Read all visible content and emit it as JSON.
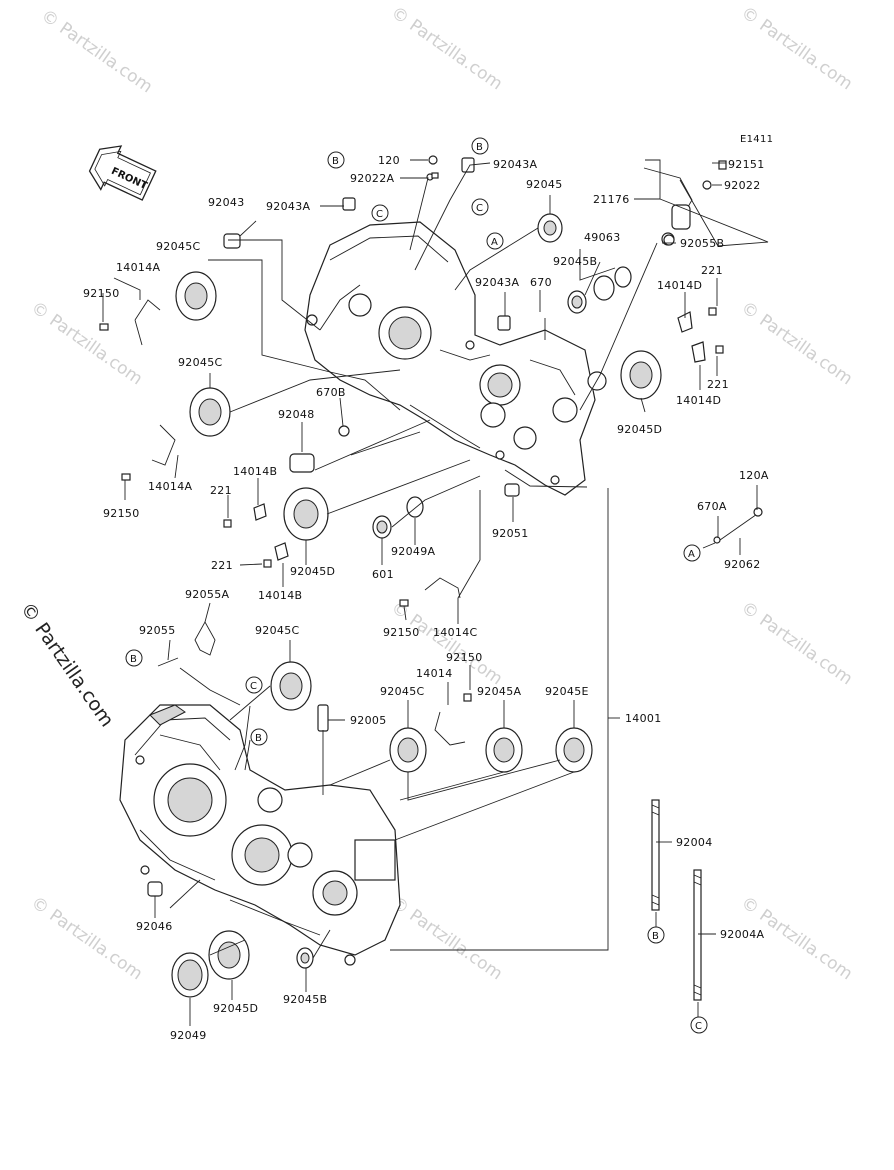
{
  "diagram": {
    "code": "E1411",
    "front_arrow": "FRONT",
    "watermark": "© Partzilla.com",
    "side_watermark": "© Partzilla.com",
    "labels": {
      "p120": "120",
      "p92043A_top": "92043A",
      "p92022A": "92022A",
      "p92043A_mid": "92043A",
      "p92043": "92043",
      "p92045_top": "92045",
      "p92151": "92151",
      "p92022": "92022",
      "p21176": "21176",
      "p92055B": "92055B",
      "p49063": "49063",
      "p92045B_top": "92045B",
      "p92045C_1": "92045C",
      "p14014A_1": "14014A",
      "p92150_1": "92150",
      "p92043A_r": "92043A",
      "p670": "670",
      "p221_1": "221",
      "p14014D_1": "14014D",
      "p221_2": "221",
      "p14014D_2": "14014D",
      "p92045C_2": "92045C",
      "p670B": "670B",
      "p92048": "92048",
      "p92045D_r": "92045D",
      "p14014A_2": "14014A",
      "p92150_2": "92150",
      "p14014B_1": "14014B",
      "p221_3": "221",
      "p92051": "92051",
      "p120A": "120A",
      "p670A": "670A",
      "p92062": "92062",
      "p92049A": "92049A",
      "p601": "601",
      "p221_4": "221",
      "p92045D_m": "92045D",
      "p14014B_2": "14014B",
      "p92055A": "92055A",
      "p92150_3": "92150",
      "p14014C": "14014C",
      "p92055": "92055",
      "p92045C_3": "92045C",
      "p14014": "14014",
      "p92150_4": "92150",
      "p92045C_4": "92045C",
      "p92045A": "92045A",
      "p92045E": "92045E",
      "p92005": "92005",
      "p14001": "14001",
      "p92004": "92004",
      "p92004A": "92004A",
      "p92046": "92046",
      "p92045D_b": "92045D",
      "p92045B_b": "92045B",
      "p92049": "92049"
    },
    "refs": {
      "A": "A",
      "B": "B",
      "C": "C"
    }
  }
}
